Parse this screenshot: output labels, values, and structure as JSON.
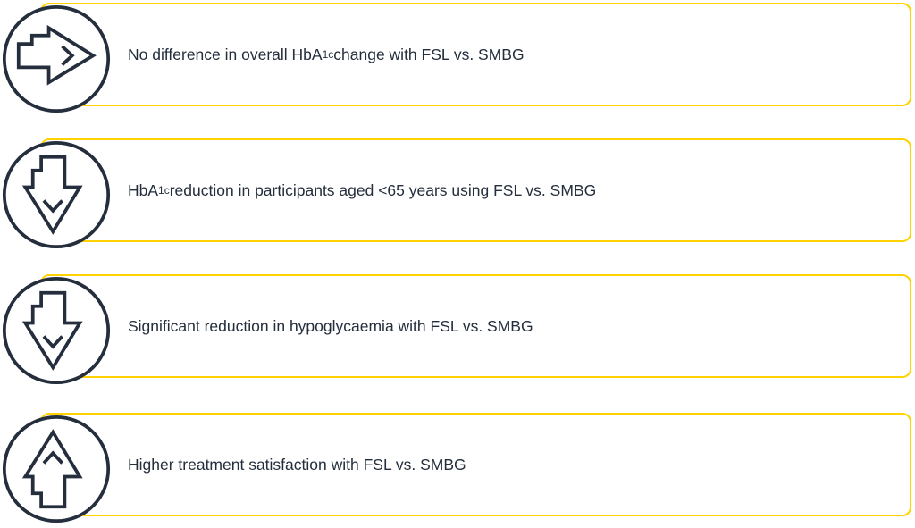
{
  "colors": {
    "accent_yellow": "#ffd200",
    "navy": "#242e3c",
    "background": "#ffffff"
  },
  "rows": [
    {
      "icon": "right",
      "icon_name": "arrow-right-icon",
      "text_pre": "No difference in overall HbA",
      "text_sub": "1c",
      "text_post": " change with FSL vs. SMBG"
    },
    {
      "icon": "down",
      "icon_name": "arrow-down-icon",
      "text_pre": "HbA",
      "text_sub": "1c",
      "text_post": " reduction in participants aged <65 years using FSL vs. SMBG"
    },
    {
      "icon": "down",
      "icon_name": "arrow-down-icon",
      "text_pre": "Significant reduction in hypoglycaemia with FSL vs. SMBG",
      "text_sub": "",
      "text_post": ""
    },
    {
      "icon": "up",
      "icon_name": "arrow-up-icon",
      "text_pre": "Higher treatment satisfaction with FSL vs. SMBG",
      "text_sub": "",
      "text_post": ""
    }
  ]
}
